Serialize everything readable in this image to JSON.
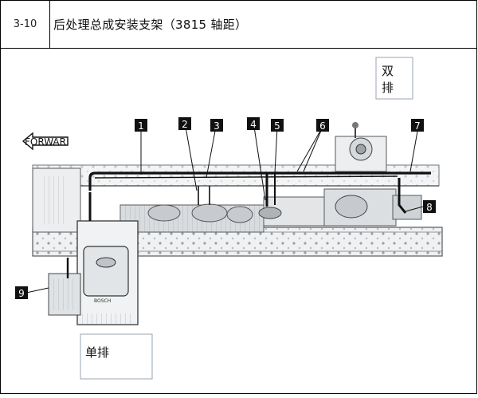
{
  "header": {
    "section_code": "3-10",
    "title": "后处理总成安装支架（3815 轴距）"
  },
  "diagram": {
    "forward_label": "FORWAR",
    "double_row_label": "双\n排",
    "single_row_label": "单排",
    "brand_label": "BOSCH",
    "callouts": [
      "1",
      "2",
      "3",
      "4",
      "5",
      "6",
      "7",
      "8",
      "9"
    ]
  }
}
